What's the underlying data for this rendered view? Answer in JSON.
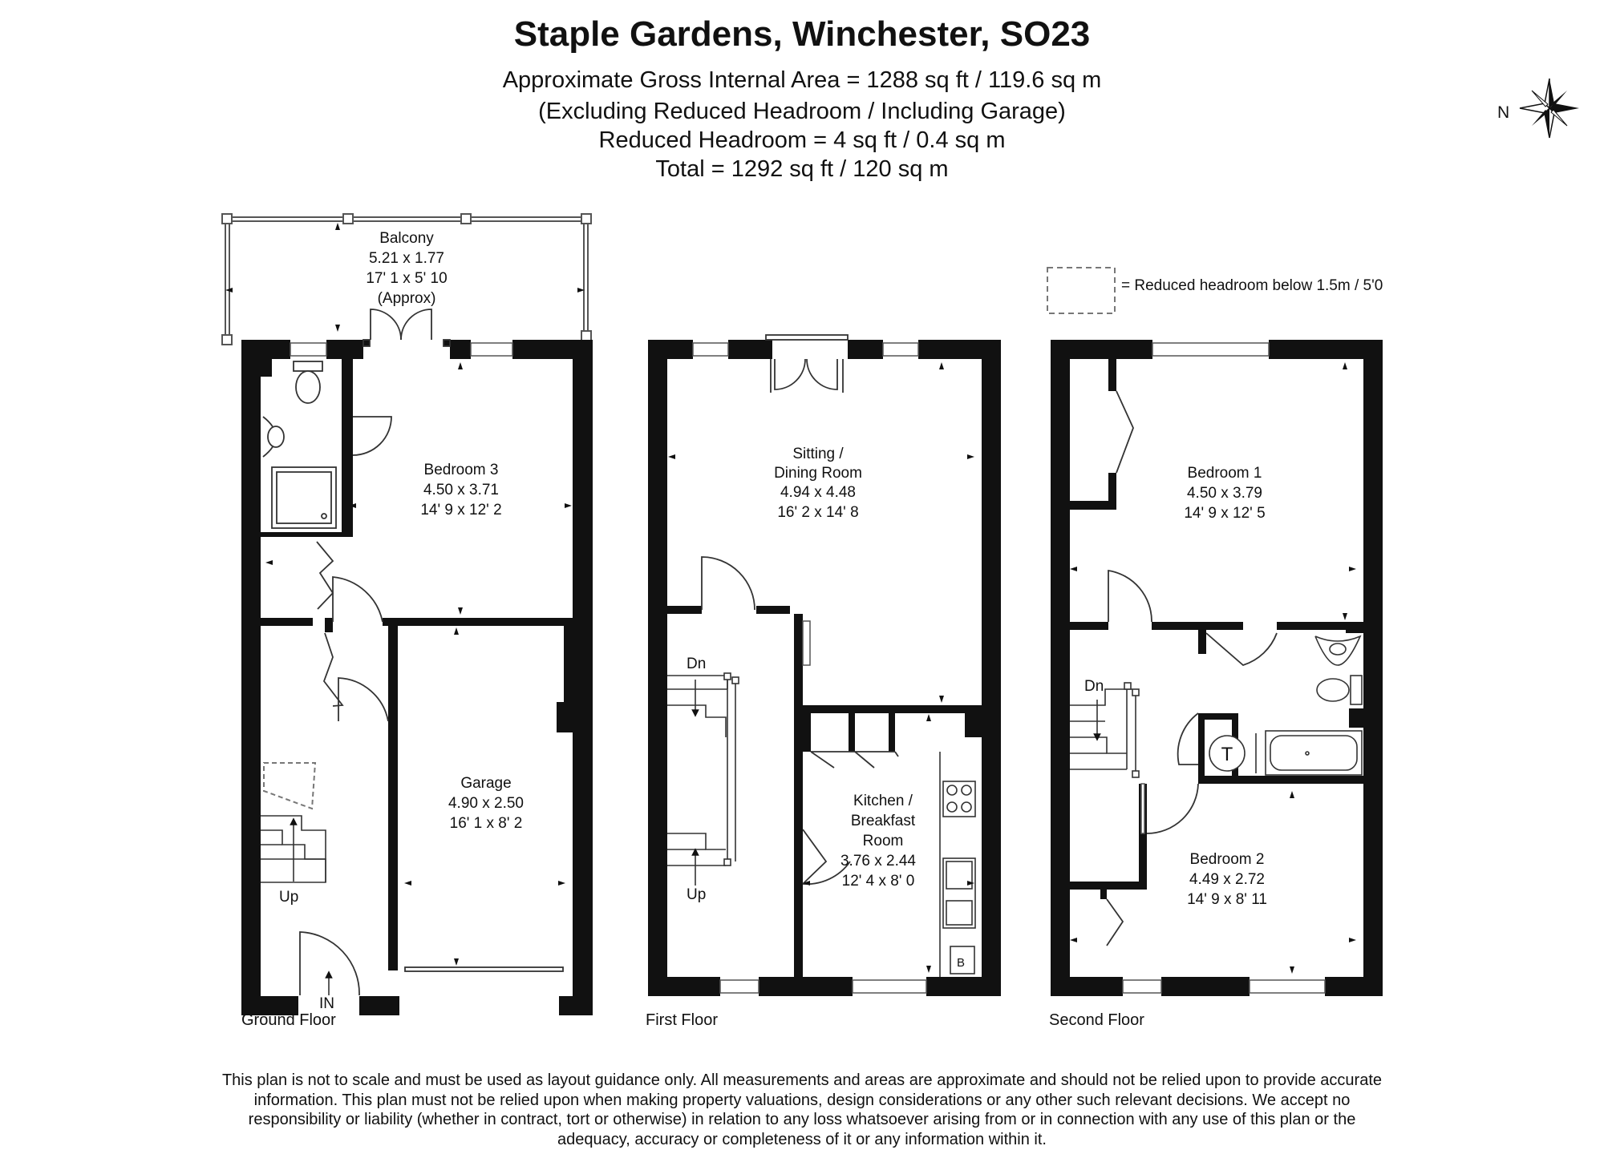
{
  "header": {
    "title": "Staple Gardens, Winchester, SO23",
    "area_lines": [
      "Approximate Gross Internal Area = 1288 sq ft / 119.6 sq m",
      "(Excluding Reduced Headroom / Including Garage)",
      "Reduced Headroom = 4 sq ft / 0.4 sq m",
      "Total = 1292 sq ft / 120 sq m"
    ]
  },
  "compass": {
    "label": "N"
  },
  "legend": {
    "text": "= Reduced headroom below 1.5m / 5'0"
  },
  "floors": {
    "ground": {
      "label": "Ground Floor",
      "balcony": [
        "Balcony",
        "5.21 x 1.77",
        "17' 1 x 5' 10",
        "(Approx)"
      ],
      "bedroom3": [
        "Bedroom 3",
        "4.50 x 3.71",
        "14' 9 x 12' 2"
      ],
      "garage": [
        "Garage",
        "4.90 x 2.50",
        "16' 1 x 8' 2"
      ],
      "up": "Up",
      "entrance": "IN"
    },
    "first": {
      "label": "First Floor",
      "sitting": [
        "Sitting /",
        "Dining Room",
        "4.94 x 4.48",
        "16' 2 x 14' 8"
      ],
      "kitchen": [
        "Kitchen /",
        "Breakfast",
        "Room",
        "3.76 x 2.44",
        "12' 4 x 8' 0"
      ],
      "down": "Dn",
      "up": "Up",
      "boiler": "B"
    },
    "second": {
      "label": "Second Floor",
      "bedroom1": [
        "Bedroom 1",
        "4.50 x 3.79",
        "14' 9 x 12' 5"
      ],
      "bedroom2": [
        "Bedroom 2",
        "4.49 x 2.72",
        "14' 9 x 8' 11"
      ],
      "down": "Dn",
      "tank": "T"
    }
  },
  "disclaimer": "This plan is not to scale and must be used as layout guidance only. All measurements and areas are approximate and should not be relied upon to provide accurate information. This plan must not be relied upon when making property valuations, design considerations or any other such relevant decisions. We accept no responsibility or liability (whether in contract, tort or otherwise) in relation to any loss whatsoever arising from or in connection with any use of this plan or the adequacy, accuracy or completeness of it or any information within it."
}
